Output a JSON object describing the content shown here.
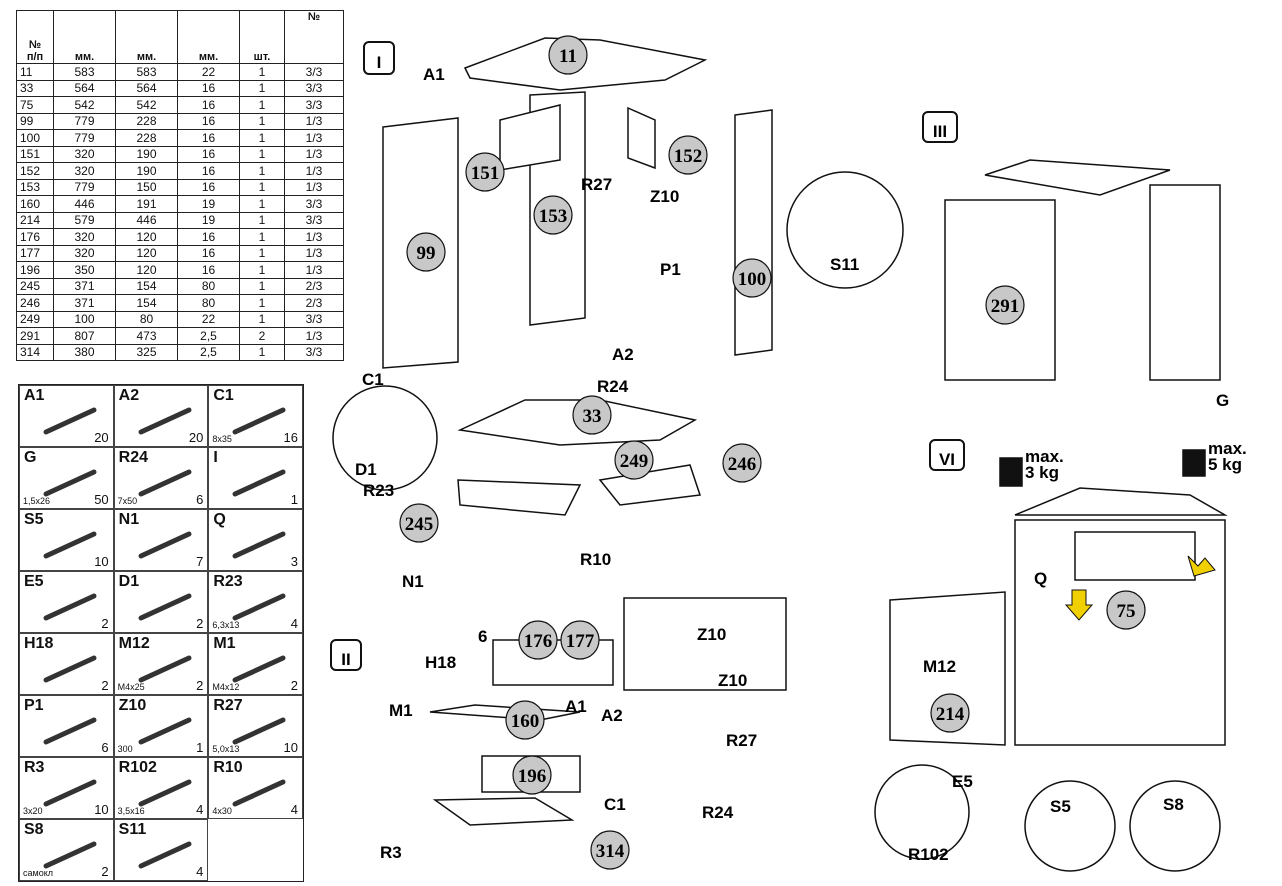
{
  "table": {
    "headers": [
      "№\nп/п",
      "мм.",
      "мм.",
      "мм.",
      "шт.",
      "№"
    ],
    "rows": [
      [
        "11",
        "583",
        "583",
        "22",
        "1",
        "3/3"
      ],
      [
        "33",
        "564",
        "564",
        "16",
        "1",
        "3/3"
      ],
      [
        "75",
        "542",
        "542",
        "16",
        "1",
        "3/3"
      ],
      [
        "99",
        "779",
        "228",
        "16",
        "1",
        "1/3"
      ],
      [
        "100",
        "779",
        "228",
        "16",
        "1",
        "1/3"
      ],
      [
        "151",
        "320",
        "190",
        "16",
        "1",
        "1/3"
      ],
      [
        "152",
        "320",
        "190",
        "16",
        "1",
        "1/3"
      ],
      [
        "153",
        "779",
        "150",
        "16",
        "1",
        "1/3"
      ],
      [
        "160",
        "446",
        "191",
        "19",
        "1",
        "3/3"
      ],
      [
        "214",
        "579",
        "446",
        "19",
        "1",
        "3/3"
      ],
      [
        "176",
        "320",
        "120",
        "16",
        "1",
        "1/3"
      ],
      [
        "177",
        "320",
        "120",
        "16",
        "1",
        "1/3"
      ],
      [
        "196",
        "350",
        "120",
        "16",
        "1",
        "1/3"
      ],
      [
        "245",
        "371",
        "154",
        "80",
        "1",
        "2/3"
      ],
      [
        "246",
        "371",
        "154",
        "80",
        "1",
        "2/3"
      ],
      [
        "249",
        "100",
        "80",
        "22",
        "1",
        "3/3"
      ],
      [
        "291",
        "807",
        "473",
        "2,5",
        "2",
        "1/3"
      ],
      [
        "314",
        "380",
        "325",
        "2,5",
        "1",
        "3/3"
      ]
    ]
  },
  "hardware": [
    {
      "code": "A1",
      "size": "",
      "qty": "20",
      "icon": "cam-bolt-icon"
    },
    {
      "code": "A2",
      "size": "",
      "qty": "20",
      "icon": "cam-lock-icon"
    },
    {
      "code": "C1",
      "size": "8x35",
      "qty": "16",
      "icon": "dowel-icon"
    },
    {
      "code": "G",
      "size": "1,5x26",
      "qty": "50",
      "icon": "nail-icon"
    },
    {
      "code": "R24",
      "size": "7x50",
      "qty": "6",
      "icon": "confirmat-screw-icon"
    },
    {
      "code": "I",
      "size": "",
      "qty": "1",
      "icon": "hex-key-icon"
    },
    {
      "code": "S5",
      "size": "",
      "qty": "10",
      "icon": "shelf-support-icon"
    },
    {
      "code": "N1",
      "size": "",
      "qty": "7",
      "icon": "glide-nail-icon"
    },
    {
      "code": "Q",
      "size": "",
      "qty": "3",
      "icon": "cap-icon"
    },
    {
      "code": "E5",
      "size": "",
      "qty": "2",
      "icon": "hinge-icon"
    },
    {
      "code": "D1",
      "size": "",
      "qty": "2",
      "icon": "hinge-plate-icon"
    },
    {
      "code": "R23",
      "size": "6,3x13",
      "qty": "4",
      "icon": "euro-screw-icon"
    },
    {
      "code": "H18",
      "size": "",
      "qty": "2",
      "icon": "handle-icon"
    },
    {
      "code": "M12",
      "size": "M4x25",
      "qty": "2",
      "icon": "bolt-icon"
    },
    {
      "code": "M1",
      "size": "M4x12",
      "qty": "2",
      "icon": "short-bolt-icon"
    },
    {
      "code": "P1",
      "size": "",
      "qty": "6",
      "icon": "shelf-pin-icon"
    },
    {
      "code": "Z10",
      "size": "300",
      "qty": "1",
      "icon": "drawer-runner-icon"
    },
    {
      "code": "R27",
      "size": "5,0x13",
      "qty": "10",
      "icon": "runner-screw-icon"
    },
    {
      "code": "R3",
      "size": "3x20",
      "qty": "10",
      "icon": "wood-screw-icon"
    },
    {
      "code": "R102",
      "size": "3,5x16",
      "qty": "4",
      "icon": "wood-screw-icon"
    },
    {
      "code": "R10",
      "size": "4x30",
      "qty": "4",
      "icon": "wood-screw-icon"
    },
    {
      "code": "S8",
      "size": "самокл",
      "qty": "2",
      "icon": "felt-pad-icon"
    },
    {
      "code": "S11",
      "size": "",
      "qty": "4",
      "icon": "shelf-support-icon"
    }
  ],
  "steps": {
    "I": "I",
    "II": "II",
    "III": "III",
    "VI": "VI"
  },
  "parts": [
    "11",
    "151",
    "152",
    "153",
    "99",
    "100",
    "33",
    "249",
    "246",
    "245",
    "176",
    "177",
    "160",
    "196",
    "314",
    "291",
    "214",
    "75"
  ],
  "callouts": [
    "A1",
    "R27",
    "Z10",
    "P1",
    "C1",
    "A2",
    "R24",
    "D1",
    "R23",
    "N1",
    "R10",
    "H18",
    "M1",
    "A1",
    "A2",
    "R27",
    "R24",
    "C1",
    "R3",
    "G",
    "Q",
    "M12",
    "E5",
    "R102",
    "S11",
    "S5",
    "S8"
  ],
  "detail": {
    "z10_a": "Z10",
    "z10_b": "Z10",
    "six": "6"
  },
  "weights": {
    "left": "max.\n3 kg",
    "right": "max.\n5 kg"
  },
  "colors": {
    "arrow": "#f0d000",
    "circle": "#c8c8c8"
  }
}
